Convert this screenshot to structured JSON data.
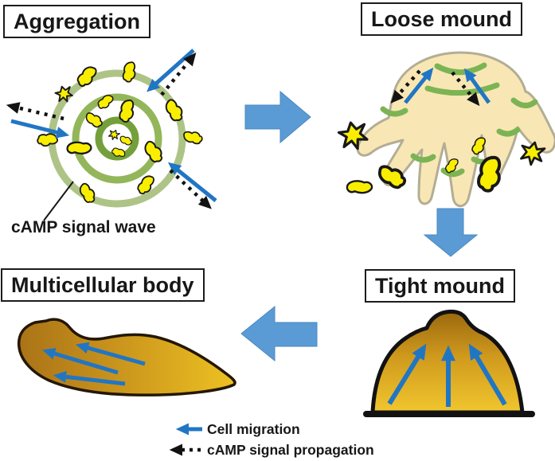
{
  "figure": {
    "stages": [
      {
        "id": "aggregation",
        "label": "Aggregation"
      },
      {
        "id": "loose-mound",
        "label": "Loose mound"
      },
      {
        "id": "tight-mound",
        "label": "Tight mound"
      },
      {
        "id": "multicellular-body",
        "label": "Multicellular body"
      }
    ],
    "camp_wave_label": "cAMP signal wave",
    "legend": [
      {
        "symbol": "blue-solid-arrow",
        "label": "Cell migration"
      },
      {
        "symbol": "black-dashed-arrow",
        "label": "cAMP signal propagation"
      }
    ],
    "colors": {
      "flow_block_arrow": "#5b9bd5",
      "cell_migration_arrow": "#2176c4",
      "camp_signal_arrow": "#121212",
      "wave_ring_outer": "#aec487",
      "wave_ring_middle": "#94b65a",
      "wave_ring_inner": "#74a03c",
      "cell_yellow": "#f9ee00",
      "loose_mound_body": "#f8e7b4",
      "green_band": "#7cb454",
      "tight_mound_bottom": "#f1c62f",
      "tight_mound_top": "#9a680f",
      "slug_dark": "#aa7317",
      "slug_light": "#edc122"
    }
  }
}
